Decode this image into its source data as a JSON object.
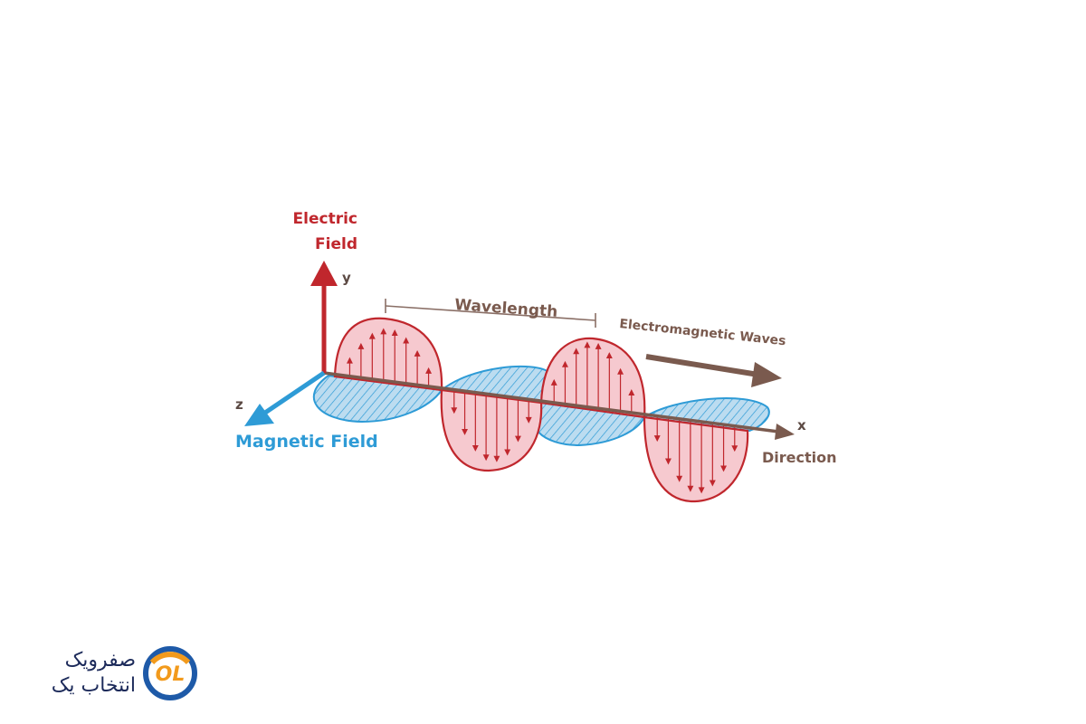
{
  "labels": {
    "electric_line1": "Electric",
    "electric_line2": "Field",
    "magnetic": "Magnetic Field",
    "wavelength": "Wavelength",
    "em_waves": "Electromagnetic Waves",
    "direction": "Direction",
    "axis_x": "x",
    "axis_y": "y",
    "axis_z": "z"
  },
  "logo": {
    "line1": "صفرویک",
    "line2": "انتخاب یک",
    "mark_text": "OL"
  },
  "colors": {
    "electric": "#c0272d",
    "electric_fill": "#f6c9cf",
    "magnetic": "#2e9bd6",
    "magnetic_fill": "#bcdcf0",
    "axis": "#7a5a4e",
    "logo_blue": "#1e5aa8",
    "logo_orange": "#f29a1c"
  }
}
